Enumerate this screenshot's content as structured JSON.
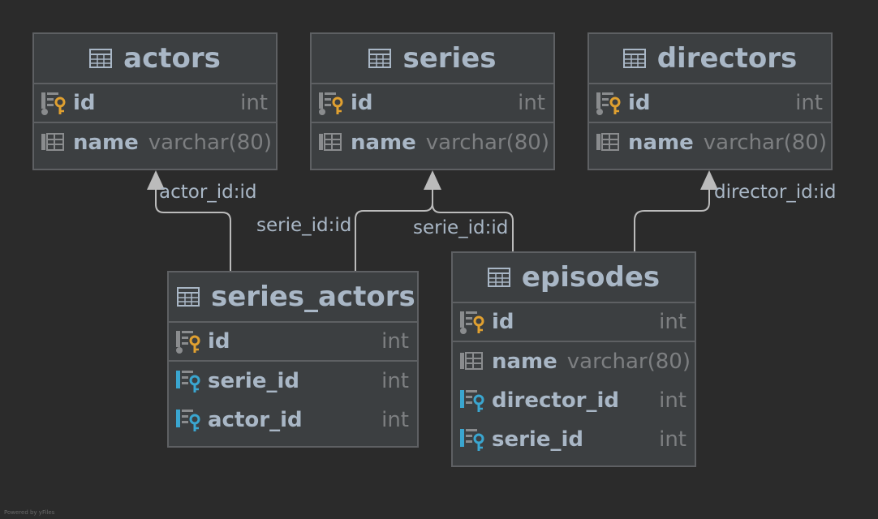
{
  "tables": {
    "actors": {
      "name": "actors",
      "columns": [
        {
          "name": "id",
          "type": "int",
          "kind": "pk"
        },
        {
          "name": "name",
          "type": "varchar(80)",
          "kind": "col"
        }
      ]
    },
    "series": {
      "name": "series",
      "columns": [
        {
          "name": "id",
          "type": "int",
          "kind": "pk"
        },
        {
          "name": "name",
          "type": "varchar(80)",
          "kind": "col"
        }
      ]
    },
    "directors": {
      "name": "directors",
      "columns": [
        {
          "name": "id",
          "type": "int",
          "kind": "pk"
        },
        {
          "name": "name",
          "type": "varchar(80)",
          "kind": "col"
        }
      ]
    },
    "series_actors": {
      "name": "series_actors",
      "columns": [
        {
          "name": "id",
          "type": "int",
          "kind": "pk"
        },
        {
          "name": "serie_id",
          "type": "int",
          "kind": "fk"
        },
        {
          "name": "actor_id",
          "type": "int",
          "kind": "fk"
        }
      ]
    },
    "episodes": {
      "name": "episodes",
      "columns": [
        {
          "name": "id",
          "type": "int",
          "kind": "pk"
        },
        {
          "name": "name",
          "type": "varchar(80)",
          "kind": "col"
        },
        {
          "name": "director_id",
          "type": "int",
          "kind": "fk"
        },
        {
          "name": "serie_id",
          "type": "int",
          "kind": "fk"
        }
      ]
    }
  },
  "relations": {
    "actor": "actor_id:id",
    "serie_from_series_actors": "serie_id:id",
    "serie_from_episodes": "serie_id:id",
    "director": "director_id:id"
  },
  "colors": {
    "background": "#2b2b2b",
    "table_bg": "#3c3f41",
    "border": "#5e6063",
    "text": "#a9b7c6",
    "type_text": "#7d7f81",
    "pk_key": "#e0a030",
    "fk_key": "#3aa6d0",
    "line": "#bbbbbb"
  },
  "footer": "Powered by yFiles"
}
